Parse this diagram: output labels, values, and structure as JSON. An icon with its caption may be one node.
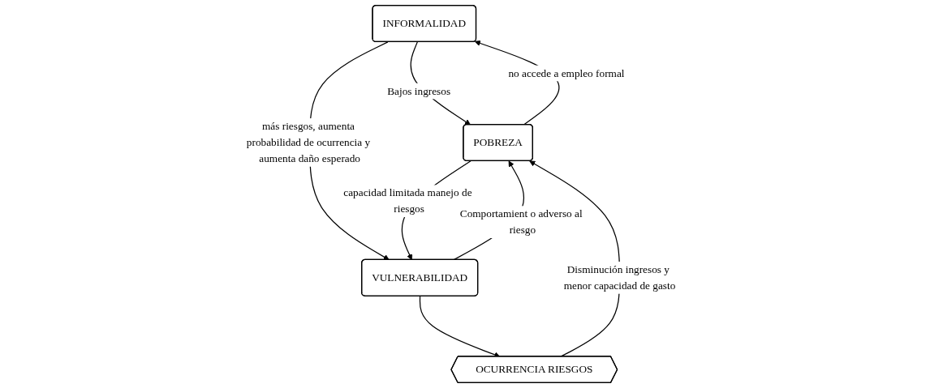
{
  "diagram": {
    "nodes": [
      {
        "text": [
          "INFORMALIDAD"
        ]
      },
      {
        "text": [
          "POBREZA"
        ]
      },
      {
        "text": [
          "VULNERABILIDAD"
        ]
      },
      {
        "text": [
          "OCURRENCIA RIESGOS"
        ]
      }
    ],
    "edges": [
      {
        "from": 1,
        "to": 0,
        "arrow": "to",
        "label": "no accede a empleo formal"
      },
      {
        "from": 0,
        "to": 1,
        "arrow": "to",
        "label": "Bajos ingresos"
      },
      {
        "from": 0,
        "to": 2,
        "arrow": "to",
        "label": "más riesgos, aumenta probabilidad de ocurrencia y aumenta daño esperado"
      },
      {
        "from": 1,
        "to": 2,
        "arrow": "to",
        "label": "capacidad limitada manejo de riesgos"
      },
      {
        "from": 2,
        "to": 1,
        "arrow": "to",
        "label": "Comportamient o adverso al riesgo"
      },
      {
        "from": 2,
        "to": 3,
        "arrow": "to"
      },
      {
        "from": 3,
        "to": 1,
        "arrow": "to",
        "label": "Disminución ingresos y menor capacidad de gasto"
      }
    ]
  }
}
